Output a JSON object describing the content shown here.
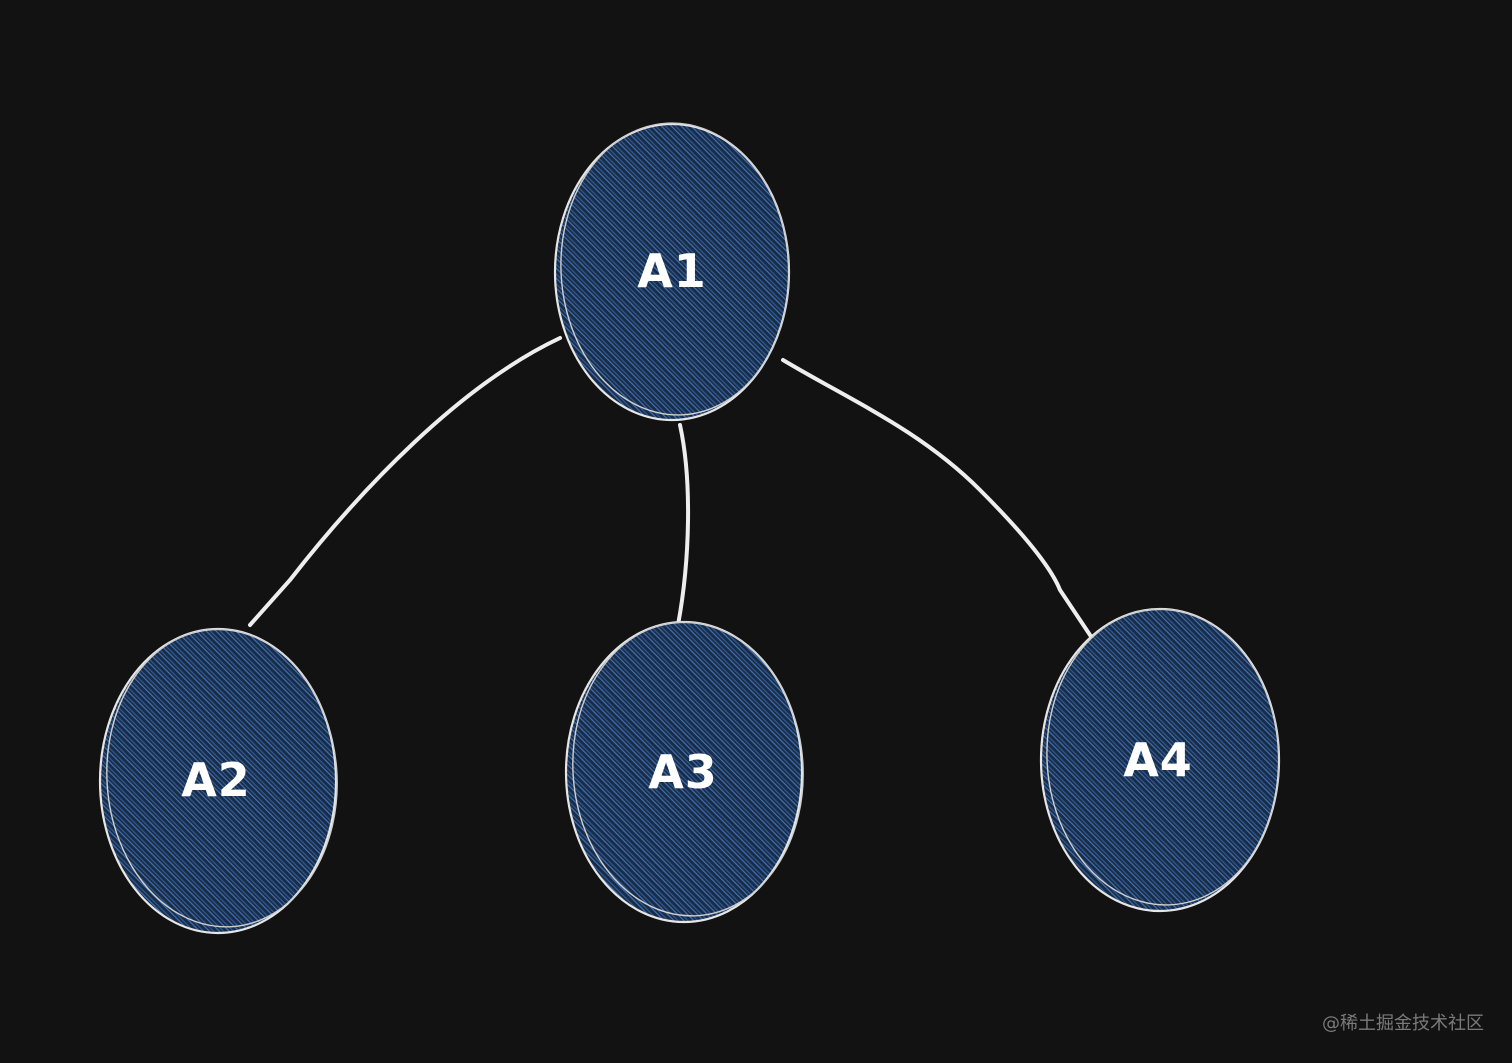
{
  "diagram": {
    "type": "tree",
    "colors": {
      "background": "#121212",
      "node_fill": "#1c2f4a",
      "node_hatch": "#3f72b8",
      "stroke": "#e8e8e8",
      "label": "#ffffff"
    },
    "root": {
      "id": "A1",
      "label": "A1"
    },
    "children": [
      {
        "id": "A2",
        "label": "A2"
      },
      {
        "id": "A3",
        "label": "A3"
      },
      {
        "id": "A4",
        "label": "A4"
      }
    ],
    "edges": [
      {
        "from": "A1",
        "to": "A2"
      },
      {
        "from": "A1",
        "to": "A3"
      },
      {
        "from": "A1",
        "to": "A4"
      }
    ]
  },
  "watermark": "@稀土掘金技术社区"
}
